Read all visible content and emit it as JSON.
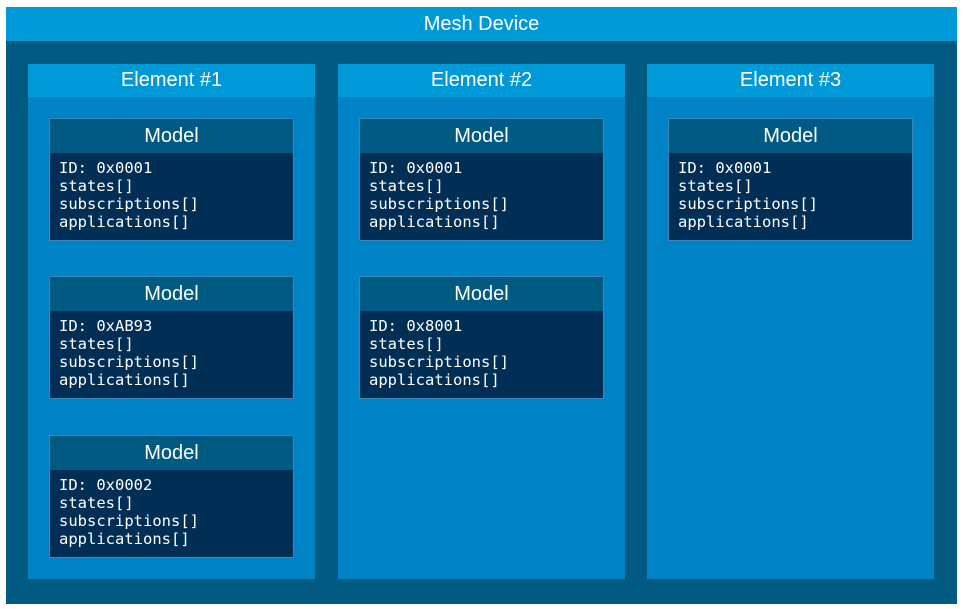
{
  "device": {
    "title": "Mesh Device",
    "elements": [
      {
        "title": "Element #1",
        "models": [
          {
            "title": "Model",
            "id": "ID: 0x0001",
            "states": "states[]",
            "subscriptions": "subscriptions[]",
            "applications": "applications[]"
          },
          {
            "title": "Model",
            "id": "ID: 0xAB93",
            "states": "states[]",
            "subscriptions": "subscriptions[]",
            "applications": "applications[]"
          },
          {
            "title": "Model",
            "id": "ID: 0x0002",
            "states": "states[]",
            "subscriptions": "subscriptions[]",
            "applications": "applications[]"
          }
        ]
      },
      {
        "title": "Element #2",
        "models": [
          {
            "title": "Model",
            "id": "ID: 0x0001",
            "states": "states[]",
            "subscriptions": "subscriptions[]",
            "applications": "applications[]"
          },
          {
            "title": "Model",
            "id": "ID: 0x8001",
            "states": "states[]",
            "subscriptions": "subscriptions[]",
            "applications": "applications[]"
          }
        ]
      },
      {
        "title": "Element #3",
        "models": [
          {
            "title": "Model",
            "id": "ID: 0x0001",
            "states": "states[]",
            "subscriptions": "subscriptions[]",
            "applications": "applications[]"
          }
        ]
      }
    ]
  },
  "colors": {
    "device_bg": "#005a81",
    "header_bg": "#0099d8",
    "element_bg": "#0083c6",
    "model_body_bg": "#002e55",
    "text": "#ffffff"
  }
}
